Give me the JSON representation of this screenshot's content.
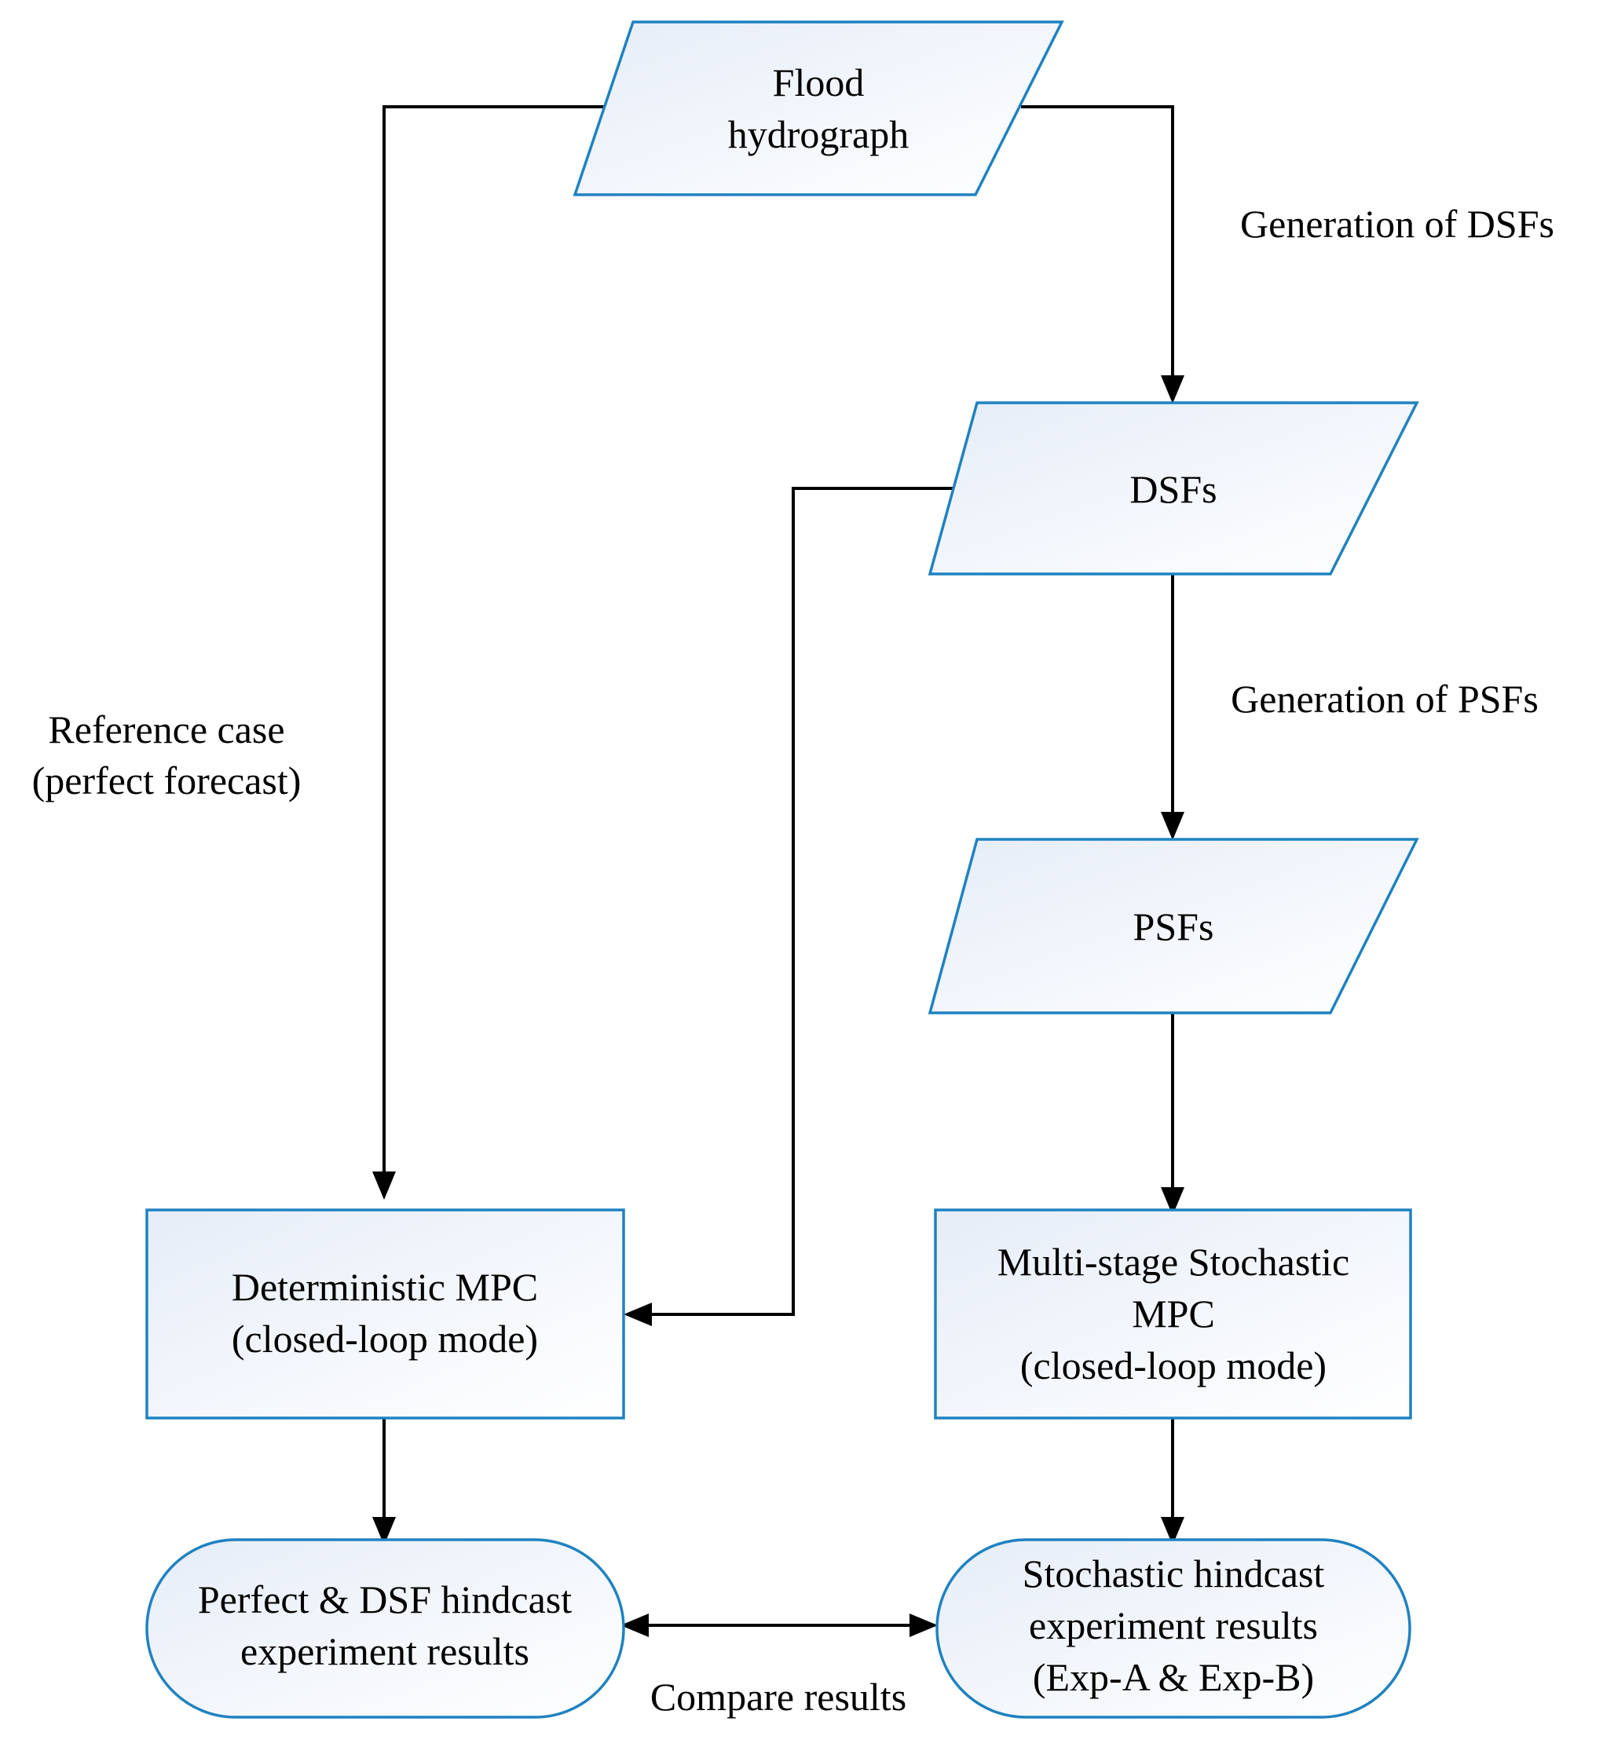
{
  "colors": {
    "node_border": "#1f82c0",
    "node_fill_light": "#ffffff",
    "node_fill_tint": "#e6edf8",
    "connector": "#000000",
    "text": "#000000"
  },
  "nodes": {
    "flood_hydrograph": {
      "shape": "parallelogram",
      "lines": [
        "Flood",
        "hydrograph"
      ]
    },
    "dsfs": {
      "shape": "parallelogram",
      "lines": [
        "DSFs"
      ]
    },
    "psfs": {
      "shape": "parallelogram",
      "lines": [
        "PSFs"
      ]
    },
    "deterministic_mpc": {
      "shape": "rectangle",
      "lines": [
        "Deterministic MPC",
        "(closed-loop mode)"
      ]
    },
    "stochastic_mpc": {
      "shape": "rectangle",
      "lines": [
        "Multi-stage Stochastic",
        "MPC",
        "(closed-loop mode)"
      ]
    },
    "perfect_dsf_results": {
      "shape": "terminal",
      "lines": [
        "Perfect & DSF hindcast",
        "experiment results"
      ]
    },
    "stochastic_results": {
      "shape": "terminal",
      "lines": [
        "Stochastic hindcast",
        "experiment results",
        "(Exp-A & Exp-B)"
      ]
    }
  },
  "edge_labels": {
    "generation_dsfs": [
      "Generation of DSFs"
    ],
    "generation_psfs": [
      "Generation of PSFs"
    ],
    "reference_case": [
      "Reference case",
      "(perfect forecast)"
    ],
    "compare_results": [
      "Compare results"
    ]
  }
}
